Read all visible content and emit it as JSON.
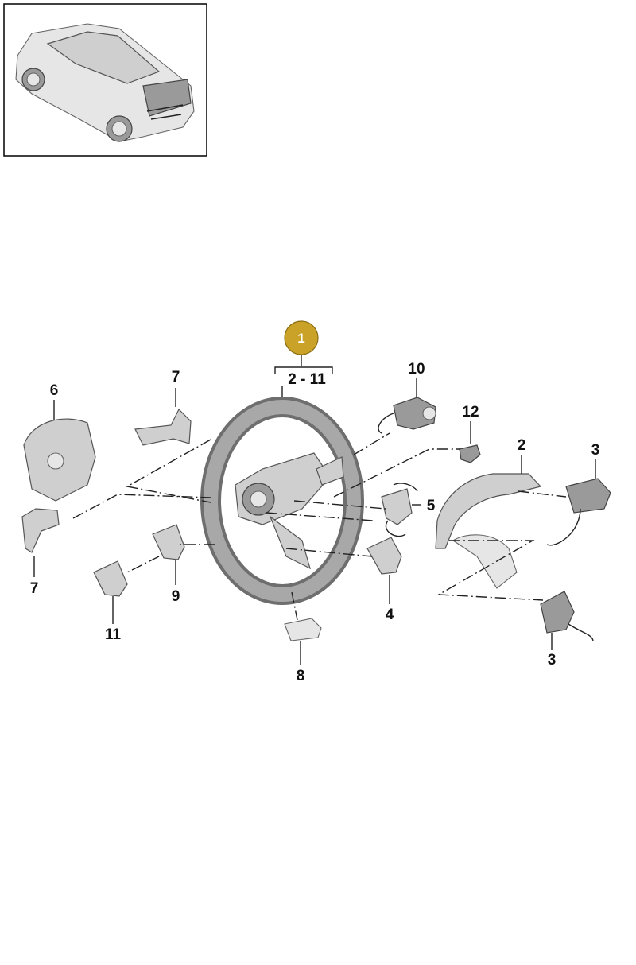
{
  "badge": {
    "label": "1",
    "color": "#c9a227"
  },
  "range_label": "2 - 11",
  "callouts": {
    "c2": "2",
    "c3a": "3",
    "c3b": "3",
    "c4": "4",
    "c5": "5",
    "c6": "6",
    "c7a": "7",
    "c7b": "7",
    "c8": "8",
    "c9": "9",
    "c10": "10",
    "c11": "11",
    "c12": "12"
  }
}
